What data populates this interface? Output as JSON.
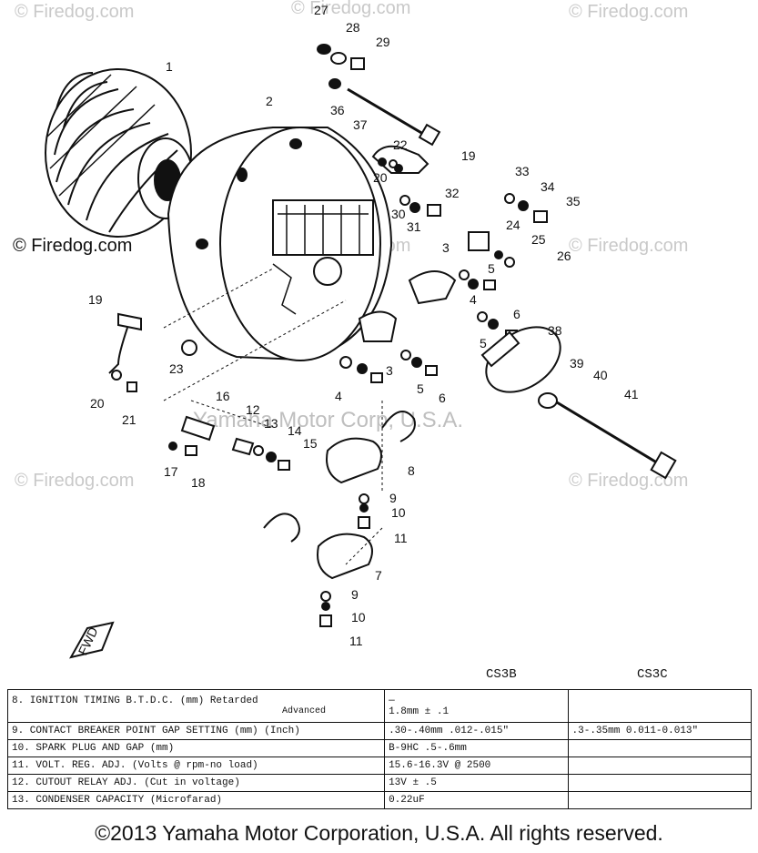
{
  "watermarks": {
    "site": "© Firedog.com",
    "site_plain": "© Firedog.com",
    "corp": "Yamaha Motor Corp, U.S.A."
  },
  "callouts": [
    "1",
    "2",
    "3",
    "3",
    "4",
    "4",
    "5",
    "5",
    "5",
    "6",
    "6",
    "7",
    "8",
    "9",
    "9",
    "10",
    "10",
    "11",
    "11",
    "12",
    "13",
    "14",
    "15",
    "16",
    "17",
    "18",
    "19",
    "19",
    "20",
    "20",
    "21",
    "22",
    "23",
    "24",
    "25",
    "26",
    "27",
    "28",
    "29",
    "30",
    "31",
    "32",
    "33",
    "34",
    "35",
    "36",
    "37",
    "38",
    "39",
    "40",
    "41"
  ],
  "fwd_label": "FWD",
  "table": {
    "columns": [
      "CS3B",
      "CS3C"
    ],
    "rows": [
      {
        "label": "8.   IGNITION TIMING B.T.D.C. (mm) Retarded",
        "sub": "Advanced",
        "cs3b": "—",
        "cs3b_sub": "1.8mm ± .1",
        "cs3c": ""
      },
      {
        "label": "9.   CONTACT BREAKER POINT GAP SETTING (mm) (Inch)",
        "cs3b": ".30-.40mm .012-.015\"",
        "cs3c": ".3-.35mm  0.011-0.013\""
      },
      {
        "label": "10.  SPARK PLUG AND GAP (mm)",
        "cs3b": "B-9HC  .5-.6mm",
        "cs3c": ""
      },
      {
        "label": "11.  VOLT. REG. ADJ. (Volts @ rpm-no load)",
        "cs3b": "15.6-16.3V @ 2500",
        "cs3c": ""
      },
      {
        "label": "12.  CUTOUT RELAY ADJ. (Cut in voltage)",
        "cs3b": "13V ± .5",
        "cs3c": ""
      },
      {
        "label": "13.  CONDENSER CAPACITY (Microfarad)",
        "cs3b": "0.22uF",
        "cs3c": ""
      }
    ]
  },
  "copyright": "©2013 Yamaha Motor Corporation, U.S.A. All rights reserved."
}
